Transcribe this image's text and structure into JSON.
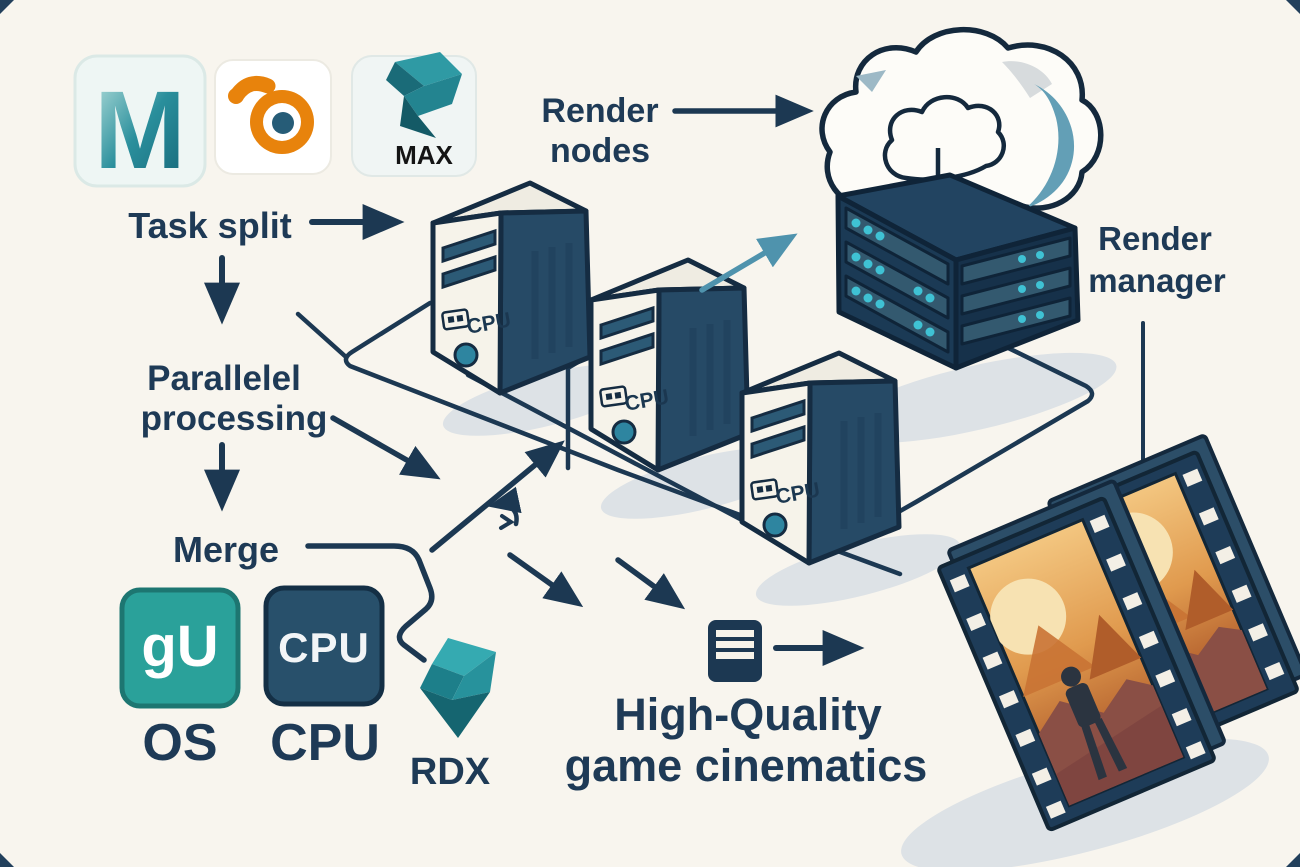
{
  "palette": {
    "background": "#f8f5ee",
    "ink": "#1e3a56",
    "line": "#1c3852",
    "teal_accent": "#2aa19a",
    "steel_arrow": "#4f93ad",
    "blender_orange": "#e8830c",
    "led_teal": "#3fc2d4",
    "tower_face": "#f6f3ea",
    "tower_side": "#264a66",
    "scene_orange": "#e09a4e"
  },
  "software": {
    "maya_initial": "M",
    "max_label": "MAX"
  },
  "flow_labels": {
    "task_split": "Task split",
    "parallel_line1": "Parallelel",
    "parallel_line2": "processing",
    "merge": "Merge",
    "render_nodes_line1": "Render",
    "render_nodes_line2": "nodes",
    "render_manager_line1": "Render",
    "render_manager_line2": "manager"
  },
  "hardware_labels": {
    "tower_cpu": "CPU",
    "os_glyph": "gU",
    "os": "OS",
    "cpu_box": "CPU",
    "cpu": "CPU",
    "rdx": "RDX"
  },
  "output": {
    "line1": "High-Quality",
    "line2": "game cinematics"
  }
}
